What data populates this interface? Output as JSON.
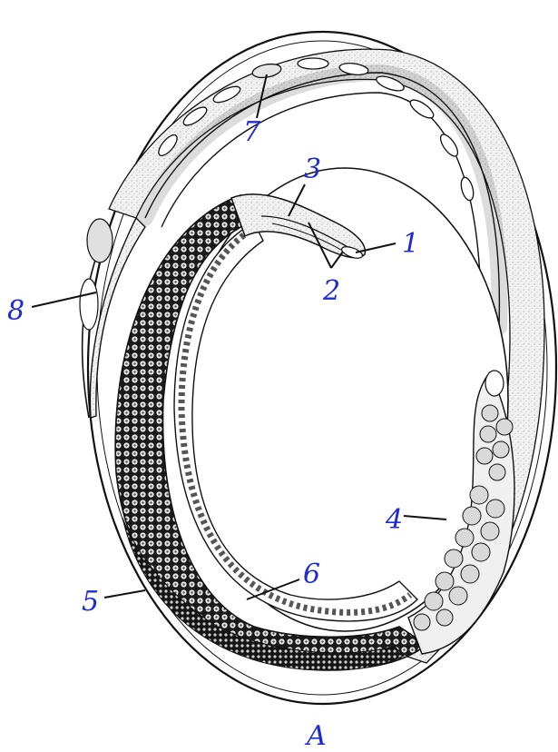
{
  "figure": {
    "panel_letter": "A",
    "label_color": "#1c2bd6",
    "labels": [
      {
        "id": "1",
        "text": "1"
      },
      {
        "id": "2",
        "text": "2"
      },
      {
        "id": "3",
        "text": "3"
      },
      {
        "id": "4",
        "text": "4"
      },
      {
        "id": "5",
        "text": "5"
      },
      {
        "id": "6",
        "text": "6"
      },
      {
        "id": "7",
        "text": "7"
      },
      {
        "id": "8",
        "text": "8"
      }
    ]
  }
}
